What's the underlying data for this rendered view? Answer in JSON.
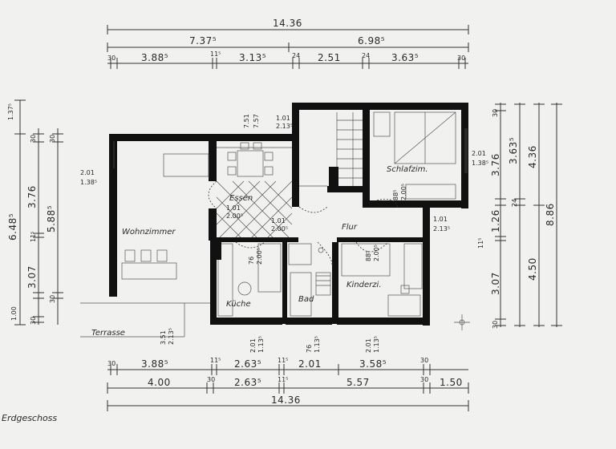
{
  "floor_label": "Erdgeschoss",
  "rooms": {
    "wohnzimmer": "Wohnzimmer",
    "essen": "Essen",
    "flur": "Flur",
    "schlafzimmer": "Schlafzim.",
    "kueche": "Küche",
    "bad": "Bad",
    "kinderzimmer": "Kinderzi.",
    "terrasse": "Terrasse"
  },
  "top_dims": {
    "overall": "14.36",
    "left_half": "7.37⁵",
    "right_half": "6.98⁵",
    "row3": [
      "30",
      "3.88⁵",
      "11⁵",
      "3.13⁵",
      "24",
      "2.51",
      "24",
      "3.63⁵",
      "30"
    ]
  },
  "bottom_dims": {
    "row1": [
      "30",
      "3.88⁵",
      "11⁵",
      "2.63⁵",
      "11⁵",
      "2.01",
      "3.58⁵",
      "30"
    ],
    "row2": [
      "4.00",
      "30",
      "2.63⁵",
      "11⁵",
      "5.57",
      "30",
      "1.50"
    ],
    "overall": "14.36"
  },
  "left_dims": [
    "1.37⁵",
    "6.48⁵",
    "30",
    "3.76",
    "30",
    "5.88⁵",
    "11⁵",
    "3.07",
    "30",
    "1.00",
    "30"
  ],
  "right_dims": [
    "30",
    "3.76",
    "3.63⁵",
    "4.36",
    "8.86",
    "24",
    "1.26",
    "11⁵",
    "3.07",
    "4.50",
    "30"
  ],
  "openings": {
    "top_window": [
      "7.51",
      "7.57"
    ],
    "door_top": [
      "1.01",
      "2.13⁵"
    ],
    "wohn_window": [
      "2.01",
      "1.38⁵"
    ],
    "essen_door": [
      "1.01",
      "2.00⁵"
    ],
    "flur_door": [
      "1.01",
      "2.00⁵"
    ],
    "schlaf_window": [
      "2.01",
      "1.38⁵"
    ],
    "schlaf_door": [
      "88⁵",
      "2.00⁵"
    ],
    "flur_window": [
      "1.01",
      "2.13⁵"
    ],
    "kueche_door": [
      "76",
      "2.00⁵"
    ],
    "kinder_door": [
      "88⁵",
      "2.00⁵"
    ],
    "terrasse_door": [
      "3.51",
      "2.13⁵"
    ],
    "bottom_w1": [
      "2.01",
      "1.13⁵"
    ],
    "bottom_w2": [
      "76",
      "1.13⁵"
    ],
    "bottom_w3": [
      "2.01",
      "1.13⁵"
    ]
  }
}
